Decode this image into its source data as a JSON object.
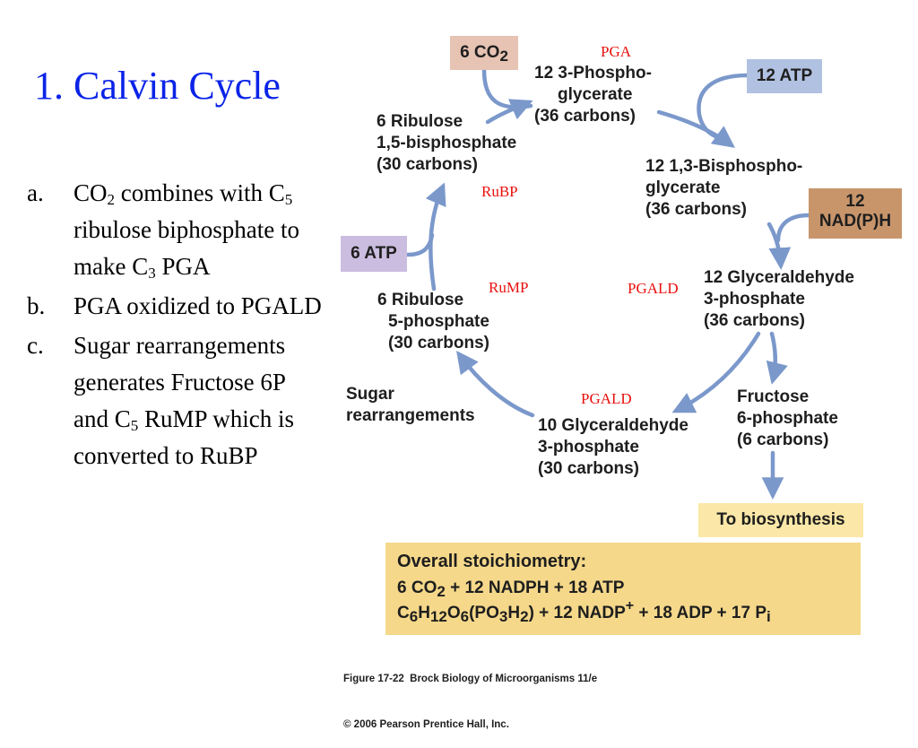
{
  "slide": {
    "title": "1. Calvin Cycle",
    "bullets": [
      {
        "marker": "a.",
        "parts": [
          "CO",
          "2",
          " combines with C",
          "5",
          " ribulose biphosphate to make C",
          "3",
          " PGA"
        ]
      },
      {
        "marker": "b.",
        "text": "PGA oxidized to PGALD"
      },
      {
        "marker": "c.",
        "parts": [
          "Sugar rearrangements generates Fructose 6P and C",
          "5",
          " RuMP which is converted to RuBP"
        ]
      }
    ]
  },
  "diagram": {
    "colors": {
      "arrow": "#7b98cb",
      "co2_box": "#e6c3b3",
      "atp_box": "#b1c1e1",
      "atp6_box": "#cbbddf",
      "nadph_box": "#c8956b",
      "biosynthesis_box": "#fbe8a8",
      "stoich_box": "#f5d88a",
      "red_label": "#e8100e"
    },
    "inputs": {
      "co2": {
        "prefix": "6 CO",
        "sub": "2"
      },
      "atp12": "12 ATP",
      "nadph": [
        "12",
        "NAD(P)H"
      ],
      "atp6": "6 ATP"
    },
    "compounds": {
      "pga": [
        "12 3-Phospho-",
        "glycerate",
        "(36 carbons)"
      ],
      "bpg": [
        "12 1,3-Bisphospho-",
        "glycerate",
        "(36 carbons)"
      ],
      "g3p12": [
        "12 Glyceraldehyde",
        "3-phosphate",
        "(36 carbons)"
      ],
      "f6p": [
        "Fructose",
        "6-phosphate",
        "(6 carbons)"
      ],
      "g3p10": [
        "10 Glyceraldehyde",
        "3-phosphate",
        "(30 carbons)"
      ],
      "ru5p": [
        "6 Ribulose",
        "5-phosphate",
        "(30 carbons)"
      ],
      "rubp": [
        "6 Ribulose",
        "1,5-bisphosphate",
        "(30 carbons)"
      ],
      "sugar": [
        "Sugar",
        "rearrangements"
      ]
    },
    "annotations": {
      "pga": "PGA",
      "rubp": "RuBP",
      "rump": "RuMP",
      "pgald1": "PGALD",
      "pgald2": "PGALD"
    },
    "biosynthesis": "To biosynthesis",
    "stoichiometry": {
      "title": "Overall stoichiometry:",
      "line1": {
        "co2_prefix": "6 CO",
        "co2_sub": "2",
        "rest": " + 12 NADPH + 18 ATP"
      },
      "line2": {
        "c": "C",
        "c_sub": "6",
        "h": "H",
        "h_sub": "12",
        "o": "O",
        "o_sub": "6",
        "po3h": "(PO",
        "po3h_sub1": "3",
        "po3h_h": "H",
        "po3h_sub2": "2",
        "close": ")",
        "nadp": " + 12 NADP",
        "plus_sup": "+",
        "adp": " + 18 ADP + 17 P",
        "pi_sub": "i"
      }
    },
    "caption": [
      "Figure 17-22  Brock Biology of Microorganisms 11/e",
      "© 2006 Pearson Prentice Hall, Inc."
    ]
  }
}
